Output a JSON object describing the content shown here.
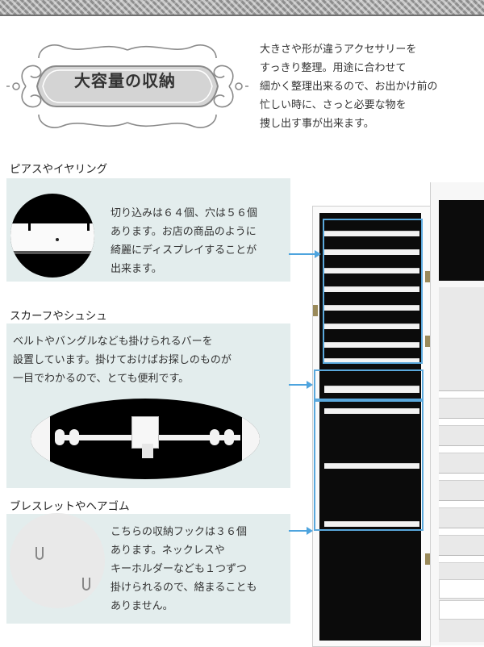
{
  "header": {
    "title": "大容量の収納",
    "intro_lines": [
      "大きさや形が違うアクセサリーを",
      "すっきり整理。用途に合わせて",
      "細かく整理出来るので、お出かけ前の",
      "忙しい時に、さっと必要な物を",
      "捜し出す事が出来ます。"
    ]
  },
  "sections": [
    {
      "heading": "ピアスやイヤリング",
      "lines": [
        "切り込みは６４個、穴は５６個",
        "あります。お店の商品のように",
        "綺麗にディスプレイすることが",
        "出来ます。"
      ]
    },
    {
      "heading": "スカーフやシュシュ",
      "lines": [
        "ベルトやバングルなども掛けられるバーを",
        "設置しています。掛けておけばお探しのものが",
        "一目でわかるので、とても便利です。"
      ]
    },
    {
      "heading": "ブレスレットやヘアゴム",
      "lines": [
        "こちらの収納フックは３６個",
        "あります。ネックレスや",
        "キーホルダーなども１つずつ",
        "掛けられるので、絡まることも",
        "ありません。"
      ]
    }
  ],
  "colors": {
    "panel_bg": "#e3eded",
    "highlight": "#5aa8dc",
    "text": "#333333"
  }
}
